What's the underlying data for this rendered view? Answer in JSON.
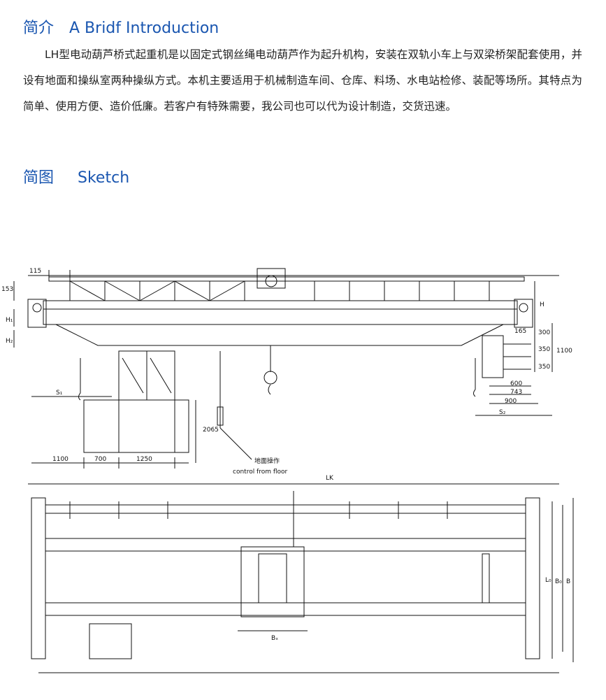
{
  "intro_section": {
    "title_cn": "简介",
    "title_en": "A Bridf Introduction",
    "body": "LH型电动葫芦桥式起重机是以固定式钢丝绳电动葫芦作为起升机构，安装在双轨小车上与双梁桥架配套使用，并设有地面和操纵室两种操纵方式。本机主要适用于机械制造车间、仓库、料场、水电站检修、装配等场所。其特点为简单、使用方便、造价低廉。若客户有特殊需要，我公司也可以代为设计制造，交货迅速。"
  },
  "sketch_section": {
    "title_cn": "简图",
    "title_en": "Sketch"
  },
  "drawing": {
    "dims": {
      "d115": "115",
      "d153": "153",
      "h1": "H₁",
      "h2": "H₂",
      "h": "H",
      "d165": "165",
      "d300": "300",
      "d350a": "350",
      "d350b": "350",
      "d1100_right": "1100",
      "d600": "600",
      "d743": "743",
      "d900": "900",
      "s1": "S₁",
      "s2": "S₂",
      "d2065": "2065",
      "d1100": "1100",
      "d700": "700",
      "d1250": "1250",
      "lk": "LK",
      "l0": "L₀",
      "b0": "B₀",
      "b": "B",
      "bx": "Bₓ"
    },
    "floor_control_cn": "地面操作",
    "floor_control_en": "control from floor"
  }
}
